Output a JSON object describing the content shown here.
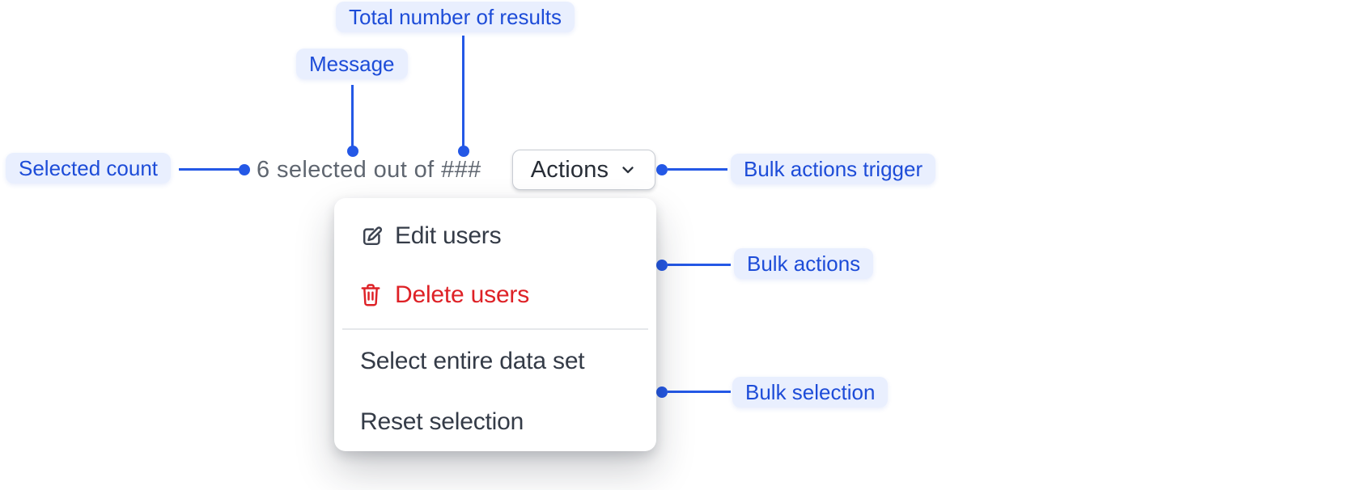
{
  "colors": {
    "accent_text_blue": "#1d4cd8",
    "connector_blue": "#2458e6",
    "label_background": "#e9effe",
    "danger_red": "#de2126",
    "menu_text": "#343b47",
    "muted_message_text": "#5f6670"
  },
  "annotations": {
    "total_results": "Total number of results",
    "message": "Message",
    "selected_count": "Selected count",
    "bulk_actions_trigger": "Bulk actions trigger",
    "bulk_actions": "Bulk actions",
    "bulk_selection": "Bulk selection"
  },
  "selection_bar": {
    "message": "6 selected out of ###",
    "actions_button": {
      "label": "Actions",
      "icon": "chevron-down-icon"
    }
  },
  "menu": {
    "items": [
      {
        "label": "Edit users",
        "icon": "pencil-square-icon",
        "variant": "default"
      },
      {
        "label": "Delete users",
        "icon": "trash-icon",
        "variant": "danger"
      },
      {
        "label": "Select entire data set",
        "icon": null,
        "variant": "default"
      },
      {
        "label": "Reset selection",
        "icon": null,
        "variant": "default"
      }
    ]
  }
}
